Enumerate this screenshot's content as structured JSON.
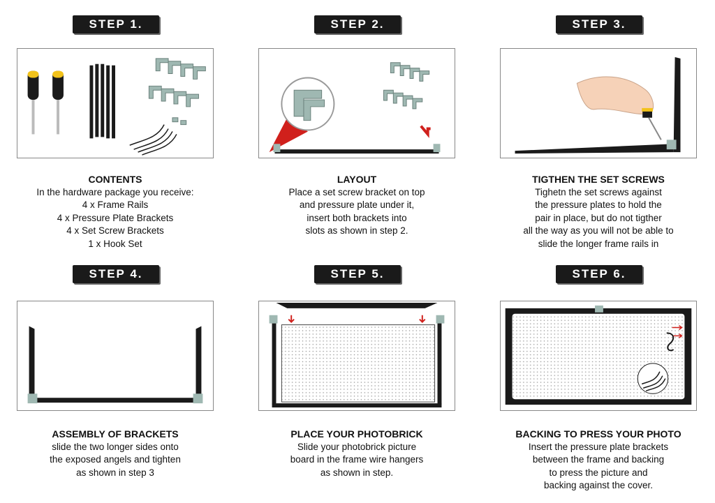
{
  "steps": [
    {
      "badge": "STEP 1.",
      "title": "CONTENTS",
      "lines": [
        "In the hardware package you receive:",
        "4 x Frame Rails",
        "4 x Pressure Plate Brackets",
        "4 x Set Screw Brackets",
        "1 x Hook Set"
      ]
    },
    {
      "badge": "STEP 2.",
      "title": "LAYOUT",
      "lines": [
        "Place a set screw bracket on top",
        "and pressure plate under it,",
        "insert both brackets into",
        "slots as shown in step 2."
      ]
    },
    {
      "badge": "STEP 3.",
      "title": "TIGTHEN THE SET SCREWS",
      "lines": [
        "Tighetn the set screws against",
        "the pressure plates to hold the",
        "pair in place,  but do not tigther",
        "all the way as you will not be able to",
        "slide the longer frame rails in"
      ]
    },
    {
      "badge": "STEP 4.",
      "title": "ASSEMBLY OF BRACKETS",
      "lines": [
        "slide the two longer sides onto",
        "the exposed angels and tighten",
        "as shown in step 3"
      ]
    },
    {
      "badge": "STEP 5.",
      "title": "PLACE YOUR PHOTOBRICK",
      "lines": [
        "Slide your photobrick picture",
        "board in the frame wire hangers",
        "as shown in step."
      ]
    },
    {
      "badge": "STEP 6.",
      "title": "BACKING TO PRESS YOUR PHOTO",
      "lines": [
        "Insert the pressure plate brackets",
        "between the frame and backing",
        "to press the picture and",
        "backing against the cover."
      ]
    }
  ],
  "colors": {
    "rail": "#1a1a1a",
    "bracket": "#9fb8b2",
    "arrow": "#d0201c",
    "handle": "#f2c21a"
  }
}
